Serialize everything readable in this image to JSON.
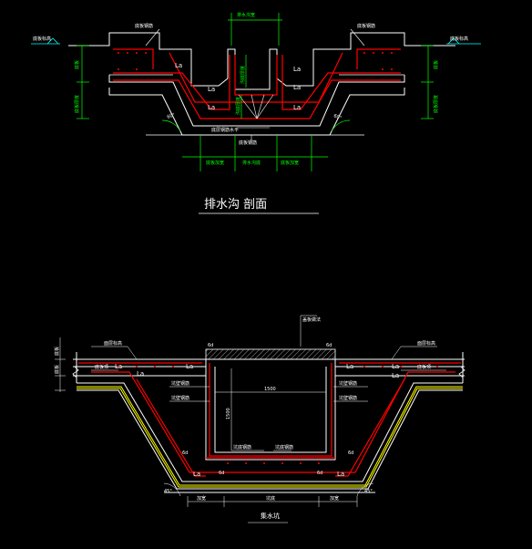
{
  "colors": {
    "background": "#000000",
    "concrete": "#ffffff",
    "rebar": "#ff0000",
    "dimension": "#00ff00",
    "leader": "#ffffff",
    "label": "#ffffff",
    "waterproof": "#ffff00",
    "symbol": "#00ffff"
  },
  "ditch": {
    "title": "排水沟 剖面",
    "top_dim": "排水沟宽",
    "left_label": "底板标高",
    "right_label": "底板标高",
    "left_beam": "底板钢筋",
    "right_beam": "底板钢筋",
    "lap_label": "La",
    "left_dims": [
      "底板",
      "底板厚度"
    ],
    "right_dims": [
      "底板",
      "底板厚度"
    ],
    "inner_dims": [
      "沟底厚度",
      "沟底厚度"
    ],
    "slope_left": "60°",
    "slope_right": "60°",
    "note1": "底层钢筋水平",
    "note2": "底板钢筋",
    "bottom_dims": [
      "底板加宽",
      "排水沟底",
      "底板加宽"
    ]
  },
  "sump": {
    "title": "集水坑",
    "cover_label": "盖板做法",
    "left_top_labels": [
      "面层标高",
      "底板顶"
    ],
    "right_top_labels": [
      "面层标高",
      "底板顶"
    ],
    "lap_label": "La",
    "six_d": "6d",
    "width_dim": "1500",
    "depth_dim": "1500",
    "left_rebar_labels": [
      "坑壁钢筋",
      "坑壁钢筋"
    ],
    "right_rebar_labels": [
      "坑壁钢筋",
      "坑壁钢筋"
    ],
    "left_dims": [
      "底板",
      "底板"
    ],
    "bottom_note": "坑底钢筋",
    "bottom_note2": "坑底钢筋",
    "slope_left": "45°",
    "slope_right": "45°",
    "bottom_dims": [
      "加宽",
      "坑底",
      "加宽"
    ]
  }
}
